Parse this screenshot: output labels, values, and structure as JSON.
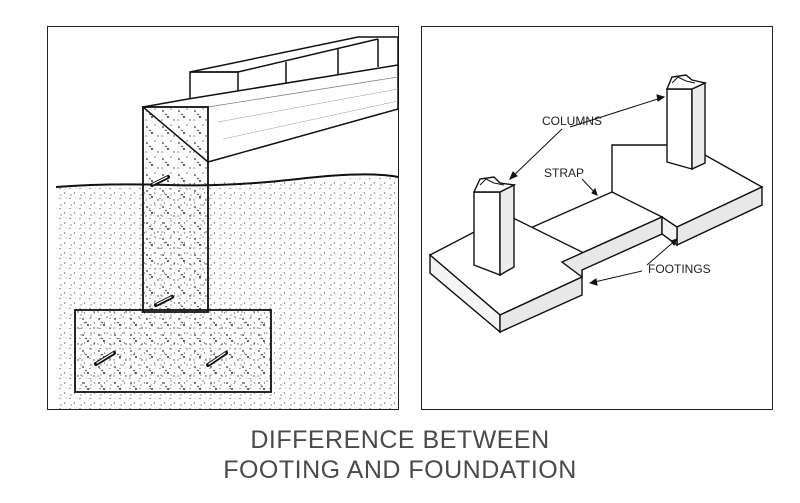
{
  "caption": {
    "line1": "DIFFERENCE BETWEEN",
    "line2": "FOOTING AND FOUNDATION"
  },
  "right_diagram": {
    "labels": {
      "columns": "COLUMNS",
      "strap": "STRAP",
      "footings": "FOOTINGS"
    }
  }
}
